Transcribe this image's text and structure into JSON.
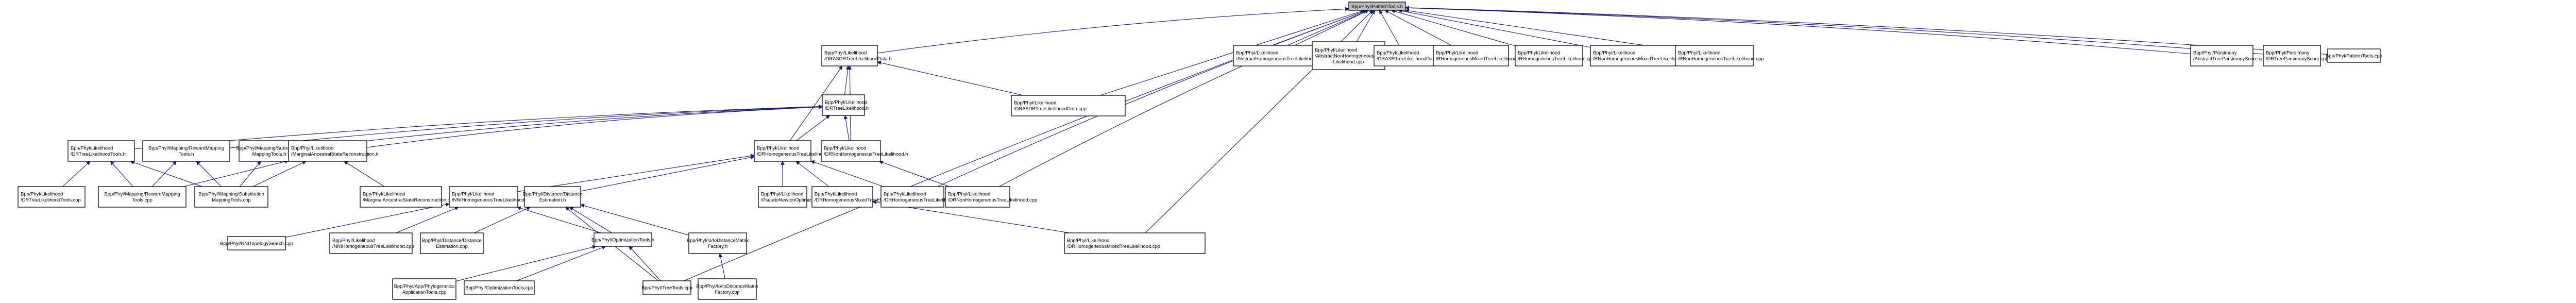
{
  "diagram": {
    "type": "include-dependency-graph",
    "colors": {
      "edge": "#191970",
      "root_fill": "#bfbfbf",
      "node_fill": "#ffffff",
      "node_border": "#000000"
    },
    "nodes": [
      {
        "id": "root",
        "lines": [
          "Bpp/Phyl/PatternTools.h"
        ],
        "root": true
      },
      {
        "id": "drasdr_h",
        "lines": [
          "Bpp/Phyl/Likelihood",
          "/DRASDRTreeLikelihoodData.h"
        ]
      },
      {
        "id": "abs_hom_cpp",
        "lines": [
          "Bpp/Phyl/Likelihood",
          "/AbstractHomogeneousTreeLikelihood.cpp"
        ]
      },
      {
        "id": "abs_nonhom_cpp",
        "lines": [
          "Bpp/Phyl/Likelihood",
          "/AbstractNonHomogeneousTree",
          "Likelihood.cpp"
        ]
      },
      {
        "id": "drasr_cpp",
        "lines": [
          "Bpp/Phyl/Likelihood",
          "/DRASRTreeLikelihoodData.cpp"
        ]
      },
      {
        "id": "rhommixed_cpp",
        "lines": [
          "Bpp/Phyl/Likelihood",
          "/RHomogeneousMixedTreeLikelihood.cpp"
        ]
      },
      {
        "id": "rhom_cpp",
        "lines": [
          "Bpp/Phyl/Likelihood",
          "/RHomogeneousTreeLikelihood.cpp"
        ]
      },
      {
        "id": "rnonhommixed_cpp",
        "lines": [
          "Bpp/Phyl/Likelihood",
          "/RNonHomogeneousMixedTreeLikelihood.cpp"
        ]
      },
      {
        "id": "rnonhom_cpp",
        "lines": [
          "Bpp/Phyl/Likelihood",
          "/RNonHomogeneousTreeLikelihood.cpp"
        ]
      },
      {
        "id": "abspars_cpp",
        "lines": [
          "Bpp/Phyl/Parsimony",
          "/AbstractTreeParsimonyScore.cpp"
        ]
      },
      {
        "id": "drpars_cpp",
        "lines": [
          "Bpp/Phyl/Parsimony",
          "/DRTreeParsimonyScore.cpp"
        ]
      },
      {
        "id": "pattern_cpp",
        "lines": [
          "Bpp/Phyl/PatternTools.cpp"
        ]
      },
      {
        "id": "drtree_h",
        "lines": [
          "Bpp/Phyl/Likelihood",
          "/DRTreeLikelihood.h"
        ]
      },
      {
        "id": "drasdr_cpp",
        "lines": [
          "Bpp/Phyl/Likelihood",
          "/DRASDRTreeLikelihoodData.cpp"
        ]
      },
      {
        "id": "drtools_h",
        "lines": [
          "Bpp/Phyl/Likelihood",
          "/DRTreeLikelihoodTools.h"
        ]
      },
      {
        "id": "reward_h",
        "lines": [
          "Bpp/Phyl/Mapping/RewardMapping",
          "Tools.h"
        ]
      },
      {
        "id": "subst_h",
        "lines": [
          "Bpp/Phyl/Mapping/Substitution",
          "MappingTools.h"
        ]
      },
      {
        "id": "marginal_h",
        "lines": [
          "Bpp/Phyl/Likelihood",
          "/MarginalAncestralStateReconstruction.h"
        ]
      },
      {
        "id": "drhom_h",
        "lines": [
          "Bpp/Phyl/Likelihood",
          "/DRHomogeneousTreeLikelihood.h"
        ]
      },
      {
        "id": "drnonhom_h",
        "lines": [
          "Bpp/Phyl/Likelihood",
          "/DRNonHomogeneousTreeLikelihood.h"
        ]
      },
      {
        "id": "drtools_cpp",
        "lines": [
          "Bpp/Phyl/Likelihood",
          "/DRTreeLikelihoodTools.cpp"
        ]
      },
      {
        "id": "reward_cpp",
        "lines": [
          "Bpp/Phyl/Mapping/RewardMapping",
          "Tools.cpp"
        ]
      },
      {
        "id": "subst_cpp",
        "lines": [
          "Bpp/Phyl/Mapping/Substitution",
          "MappingTools.cpp"
        ]
      },
      {
        "id": "marginal_cpp",
        "lines": [
          "Bpp/Phyl/Likelihood",
          "/MarginalAncestralStateReconstruction.cpp"
        ]
      },
      {
        "id": "nnihom_h",
        "lines": [
          "Bpp/Phyl/Likelihood",
          "/NNIHomogeneousTreeLikelihood.h"
        ]
      },
      {
        "id": "distest_h",
        "lines": [
          "Bpp/Phyl/Distance/Distance",
          "Estimation.h"
        ]
      },
      {
        "id": "pseudonewton_cpp",
        "lines": [
          "Bpp/Phyl/Likelihood",
          "/PseudoNewtonOptimizer.cpp"
        ]
      },
      {
        "id": "drhommixed_h",
        "lines": [
          "Bpp/Phyl/Likelihood",
          "/DRHomogeneousMixedTreeLikelihood.h"
        ]
      },
      {
        "id": "drhom_cpp",
        "lines": [
          "Bpp/Phyl/Likelihood",
          "/DRHomogeneousTreeLikelihood.cpp"
        ]
      },
      {
        "id": "drnonhom_cpp",
        "lines": [
          "Bpp/Phyl/Likelihood",
          "/DRNonHomogeneousTreeLikelihood.cpp"
        ]
      },
      {
        "id": "nnitopo_cpp",
        "lines": [
          "Bpp/Phyl/NNITopologySearch.cpp"
        ]
      },
      {
        "id": "nnihom_cpp",
        "lines": [
          "Bpp/Phyl/Likelihood",
          "/NNIHomogeneousTreeLikelihood.cpp"
        ]
      },
      {
        "id": "distest_cpp",
        "lines": [
          "Bpp/Phyl/Distance/Distance",
          "Estimation.cpp"
        ]
      },
      {
        "id": "opttools_h",
        "lines": [
          "Bpp/Phyl/OptimizationTools.h"
        ]
      },
      {
        "id": "iodist_h",
        "lines": [
          "Bpp/Phyl/Io/IoDistanceMatrix",
          "Factory.h"
        ]
      },
      {
        "id": "drhommixed_cpp",
        "lines": [
          "Bpp/Phyl/Likelihood",
          "/DRHomogeneousMixedTreeLikelihood.cpp"
        ]
      },
      {
        "id": "phyloapp_cpp",
        "lines": [
          "Bpp/Phyl/App/Phylogenetics",
          "ApplicationTools.cpp"
        ]
      },
      {
        "id": "opttools_cpp",
        "lines": [
          "Bpp/Phyl/OptimizationTools.cpp"
        ]
      },
      {
        "id": "treetools_cpp",
        "lines": [
          "Bpp/Phyl/TreeTools.cpp"
        ]
      },
      {
        "id": "iodist_cpp",
        "lines": [
          "Bpp/Phyl/Io/IoDistanceMatrix",
          "Factory.cpp"
        ]
      }
    ],
    "edges": [
      {
        "from": "drasdr_h",
        "to": "root"
      },
      {
        "from": "abs_hom_cpp",
        "to": "root"
      },
      {
        "from": "abs_nonhom_cpp",
        "to": "root"
      },
      {
        "from": "drasr_cpp",
        "to": "root"
      },
      {
        "from": "rhommixed_cpp",
        "to": "root"
      },
      {
        "from": "rhom_cpp",
        "to": "root"
      },
      {
        "from": "rnonhommixed_cpp",
        "to": "root"
      },
      {
        "from": "rnonhom_cpp",
        "to": "root"
      },
      {
        "from": "abspars_cpp",
        "to": "root"
      },
      {
        "from": "drpars_cpp",
        "to": "root"
      },
      {
        "from": "pattern_cpp",
        "to": "root"
      },
      {
        "from": "drasdr_cpp",
        "to": "root"
      },
      {
        "from": "drhom_cpp",
        "to": "root"
      },
      {
        "from": "drnonhom_cpp",
        "to": "root"
      },
      {
        "from": "drhommixed_cpp",
        "to": "root"
      },
      {
        "from": "treetools_cpp",
        "to": "root"
      },
      {
        "from": "drtree_h",
        "to": "drasdr_h"
      },
      {
        "from": "drasdr_cpp",
        "to": "drasdr_h"
      },
      {
        "from": "drhom_h",
        "to": "drasdr_h"
      },
      {
        "from": "drnonhom_h",
        "to": "drasdr_h"
      },
      {
        "from": "drtools_h",
        "to": "drtree_h"
      },
      {
        "from": "reward_h",
        "to": "drtree_h"
      },
      {
        "from": "subst_h",
        "to": "drtree_h"
      },
      {
        "from": "marginal_h",
        "to": "drtree_h"
      },
      {
        "from": "drhom_h",
        "to": "drtree_h"
      },
      {
        "from": "drnonhom_h",
        "to": "drtree_h"
      },
      {
        "from": "drtools_cpp",
        "to": "drtools_h"
      },
      {
        "from": "reward_cpp",
        "to": "drtools_h"
      },
      {
        "from": "subst_cpp",
        "to": "drtools_h"
      },
      {
        "from": "reward_cpp",
        "to": "reward_h"
      },
      {
        "from": "subst_cpp",
        "to": "reward_h"
      },
      {
        "from": "subst_cpp",
        "to": "subst_h"
      },
      {
        "from": "reward_cpp",
        "to": "marginal_h"
      },
      {
        "from": "subst_cpp",
        "to": "marginal_h"
      },
      {
        "from": "marginal_cpp",
        "to": "marginal_h"
      },
      {
        "from": "nnihom_h",
        "to": "drhom_h"
      },
      {
        "from": "distest_h",
        "to": "drhom_h"
      },
      {
        "from": "pseudonewton_cpp",
        "to": "drhom_h"
      },
      {
        "from": "drhommixed_h",
        "to": "drhom_h"
      },
      {
        "from": "drhom_cpp",
        "to": "drhom_h"
      },
      {
        "from": "drnonhom_cpp",
        "to": "drnonhom_h"
      },
      {
        "from": "nnitopo_cpp",
        "to": "nnihom_h"
      },
      {
        "from": "nnihom_cpp",
        "to": "nnihom_h"
      },
      {
        "from": "opttools_h",
        "to": "nnihom_h"
      },
      {
        "from": "distest_cpp",
        "to": "distest_h"
      },
      {
        "from": "opttools_h",
        "to": "distest_h"
      },
      {
        "from": "treetools_cpp",
        "to": "distest_h"
      },
      {
        "from": "iodist_h",
        "to": "distest_h"
      },
      {
        "from": "drhommixed_cpp",
        "to": "drhommixed_h"
      },
      {
        "from": "phyloapp_cpp",
        "to": "opttools_h"
      },
      {
        "from": "opttools_cpp",
        "to": "opttools_h"
      },
      {
        "from": "treetools_cpp",
        "to": "opttools_h"
      },
      {
        "from": "iodist_cpp",
        "to": "iodist_h"
      }
    ]
  }
}
